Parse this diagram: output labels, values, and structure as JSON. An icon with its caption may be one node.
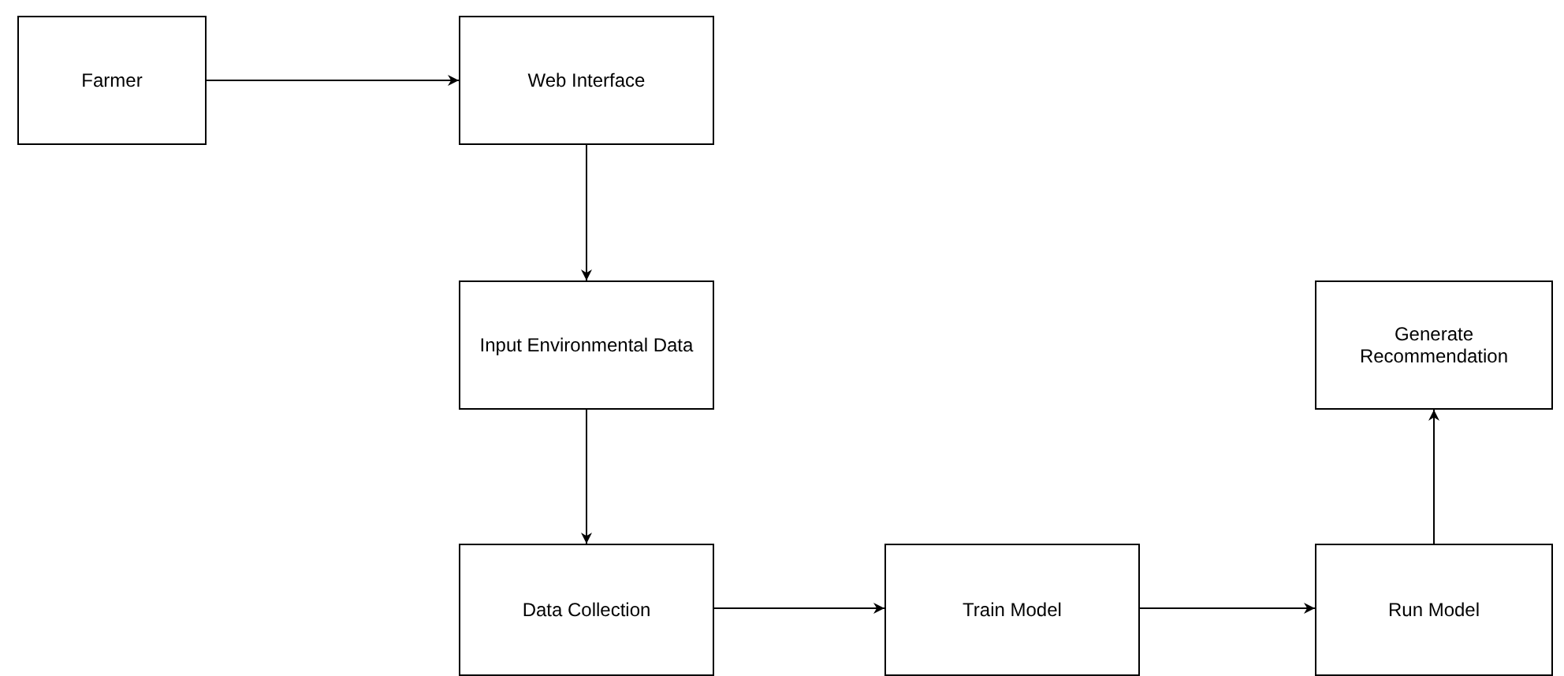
{
  "diagram": {
    "nodes": [
      {
        "text": [
          "Farmer"
        ]
      },
      {
        "text": [
          "Web Interface"
        ]
      },
      {
        "text": [
          "Input Environmental Data"
        ]
      },
      {
        "text": [
          "Data Collection"
        ]
      },
      {
        "text": [
          "Train Model"
        ]
      },
      {
        "text": [
          "Run Model"
        ]
      },
      {
        "text": [
          "Generate Recommendation"
        ]
      }
    ],
    "edges": [
      {
        "from": 0,
        "to": 1,
        "arrow": "to"
      },
      {
        "from": 1,
        "to": 2,
        "arrow": "to"
      },
      {
        "from": 2,
        "to": 3,
        "arrow": "to"
      },
      {
        "from": 3,
        "to": 4,
        "arrow": "to"
      },
      {
        "from": 4,
        "to": 5,
        "arrow": "to"
      },
      {
        "from": 5,
        "to": 6,
        "arrow": "to"
      }
    ]
  }
}
